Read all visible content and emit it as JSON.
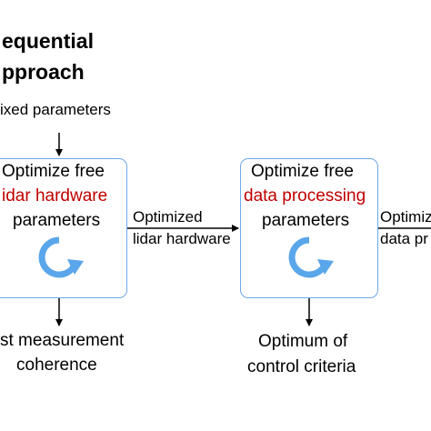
{
  "title": {
    "line1": "equential",
    "line2": "pproach"
  },
  "input_label": "ixed parameters",
  "box1": {
    "line1": "Optimize free",
    "line2": "idar hardware",
    "line3": "parameters",
    "highlight_color": "#c00000",
    "icon": "refresh-cycle-icon"
  },
  "edge1": {
    "line1": "Optimized",
    "line2": "lidar hardware"
  },
  "box2": {
    "line1": "Optimize free",
    "line2": "data processing",
    "line3": "parameters",
    "highlight_color": "#c00000",
    "icon": "refresh-cycle-icon"
  },
  "edge2": {
    "line1": "Optimiz",
    "line2": "data pr"
  },
  "output1": {
    "line1": "st measurement",
    "line2": "coherence"
  },
  "output2": {
    "line1": "Optimum of",
    "line2": "control criteria"
  },
  "colors": {
    "box_border": "#6ea8e6",
    "cycle_icon": "#5aa6ea",
    "accent": "#c00000"
  }
}
